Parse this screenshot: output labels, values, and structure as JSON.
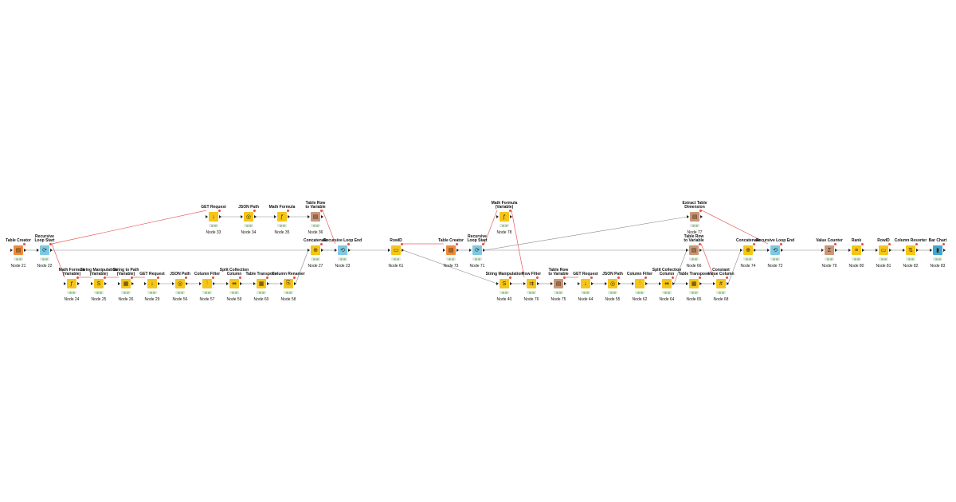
{
  "workflow": {
    "nodes": [
      {
        "id": "n21",
        "name": "Table Creator",
        "label": "Node 21",
        "color": "#f08a3c",
        "icon": "table-creator-icon",
        "glyph": "▤"
      },
      {
        "id": "n22",
        "name": "Recursive\nLoop Start",
        "label": "Node 22",
        "color": "#7ec8e3",
        "icon": "loop-start-icon",
        "glyph": "⟳"
      },
      {
        "id": "n24",
        "name": "Math Formula\n(Variable)",
        "label": "Node 24",
        "color": "#f5c518",
        "icon": "math-var-icon",
        "glyph": "ƒ"
      },
      {
        "id": "n25",
        "name": "String Manipulation\n(Variable)",
        "label": "Node 25",
        "color": "#f5c518",
        "icon": "string-var-icon",
        "glyph": "S"
      },
      {
        "id": "n26",
        "name": "String to Path\n(Variable)",
        "label": "Node 26",
        "color": "#f5c518",
        "icon": "path-var-icon",
        "glyph": "▦"
      },
      {
        "id": "n29",
        "name": "GET Request",
        "label": "Node 29",
        "color": "#f5c518",
        "icon": "get-request-icon",
        "glyph": "↓"
      },
      {
        "id": "n56",
        "name": "JSON Path",
        "label": "Node 56",
        "color": "#f5c518",
        "icon": "json-path-icon",
        "glyph": "◎"
      },
      {
        "id": "n57",
        "name": "Column Filter",
        "label": "Node 57",
        "color": "#f5c518",
        "icon": "column-filter-icon",
        "glyph": "⫶"
      },
      {
        "id": "n59",
        "name": "Split Collection\nColumn",
        "label": "Node 59",
        "color": "#f5c518",
        "icon": "split-collection-icon",
        "glyph": "⇹"
      },
      {
        "id": "n60",
        "name": "Table Transpose",
        "label": "Node 60",
        "color": "#f5c518",
        "icon": "transpose-icon",
        "glyph": "▦"
      },
      {
        "id": "n58",
        "name": "Column Renamer",
        "label": "Node 58",
        "color": "#f5c518",
        "icon": "column-renamer-icon",
        "glyph": "⎘"
      },
      {
        "id": "n33",
        "name": "GET Request",
        "label": "Node 33",
        "color": "#f5c518",
        "icon": "get-request-icon",
        "glyph": "↓"
      },
      {
        "id": "n34",
        "name": "JSON Path",
        "label": "Node 34",
        "color": "#f5c518",
        "icon": "json-path-icon",
        "glyph": "◎"
      },
      {
        "id": "n35",
        "name": "Math Formula",
        "label": "Node 35",
        "color": "#f5c518",
        "icon": "math-formula-icon",
        "glyph": "ƒ"
      },
      {
        "id": "n36",
        "name": "Table Row\nto Variable",
        "label": "Node 36",
        "color": "#c9967a",
        "icon": "row-to-variable-icon",
        "glyph": "▤"
      },
      {
        "id": "n27",
        "name": "Concatenate",
        "label": "Node 27",
        "color": "#f5c518",
        "icon": "concatenate-icon",
        "glyph": "⊕"
      },
      {
        "id": "n23",
        "name": "Recursive Loop End",
        "label": "Node 23",
        "color": "#7ec8e3",
        "icon": "loop-end-icon",
        "glyph": "⟲"
      },
      {
        "id": "n61",
        "name": "RowID",
        "label": "Node 61",
        "color": "#f5c518",
        "icon": "rowid-icon",
        "glyph": "▭"
      },
      {
        "id": "n73",
        "name": "Table Creator",
        "label": "Node 73",
        "color": "#f08a3c",
        "icon": "table-creator-icon",
        "glyph": "▤"
      },
      {
        "id": "n71",
        "name": "Recursive\nLoop Start",
        "label": "Node 71",
        "color": "#7ec8e3",
        "icon": "loop-start-icon",
        "glyph": "⟳"
      },
      {
        "id": "n78",
        "name": "Math Formula\n(Variable)",
        "label": "Node 78",
        "color": "#f5c518",
        "icon": "math-var-icon",
        "glyph": "ƒ"
      },
      {
        "id": "n40",
        "name": "String Manipulation",
        "label": "Node 40",
        "color": "#f5c518",
        "icon": "string-manipulation-icon",
        "glyph": "S"
      },
      {
        "id": "n76",
        "name": "Row Filter",
        "label": "Node 76",
        "color": "#f5c518",
        "icon": "row-filter-icon",
        "glyph": "⇉"
      },
      {
        "id": "n75",
        "name": "Table Row\nto Variable",
        "label": "Node 75",
        "color": "#c9967a",
        "icon": "row-to-variable-icon",
        "glyph": "▤"
      },
      {
        "id": "n44",
        "name": "GET Request",
        "label": "Node 44",
        "color": "#f5c518",
        "icon": "get-request-icon",
        "glyph": "↓"
      },
      {
        "id": "n55",
        "name": "JSON Path",
        "label": "Node 55",
        "color": "#f5c518",
        "icon": "json-path-icon",
        "glyph": "◎"
      },
      {
        "id": "n62",
        "name": "Column Filter",
        "label": "Node 62",
        "color": "#f5c518",
        "icon": "column-filter-icon",
        "glyph": "⫶"
      },
      {
        "id": "n64",
        "name": "Split Collection\nColumn",
        "label": "Node 64",
        "color": "#f5c518",
        "icon": "split-collection-icon",
        "glyph": "⇹"
      },
      {
        "id": "n65",
        "name": "Table Transpose",
        "label": "Node 65",
        "color": "#f5c518",
        "icon": "transpose-icon",
        "glyph": "▦"
      },
      {
        "id": "n77",
        "name": "Extract Table\nDimension",
        "label": "Node 77",
        "color": "#c9967a",
        "icon": "extract-dimension-icon",
        "glyph": "▤"
      },
      {
        "id": "n66",
        "name": "Table Row\nto Variable",
        "label": "Node 66",
        "color": "#c9967a",
        "icon": "row-to-variable-icon",
        "glyph": "▤"
      },
      {
        "id": "n68",
        "name": "Constant\nValue Column",
        "label": "Node 68",
        "color": "#f5c518",
        "icon": "constant-value-icon",
        "glyph": "#"
      },
      {
        "id": "n74",
        "name": "Concatenate",
        "label": "Node 74",
        "color": "#f5c518",
        "icon": "concatenate-icon",
        "glyph": "⊕"
      },
      {
        "id": "n72",
        "name": "Recursive Loop End",
        "label": "Node 72",
        "color": "#7ec8e3",
        "icon": "loop-end-icon",
        "glyph": "⟲"
      },
      {
        "id": "n79",
        "name": "Value Counter",
        "label": "Node 79",
        "color": "#c9967a",
        "icon": "value-counter-icon",
        "glyph": "Σ"
      },
      {
        "id": "n80",
        "name": "Rank",
        "label": "Node 80",
        "color": "#f5c518",
        "icon": "rank-icon",
        "glyph": "≡"
      },
      {
        "id": "n81",
        "name": "RowID",
        "label": "Node 81",
        "color": "#f5c518",
        "icon": "rowid-icon",
        "glyph": "▭"
      },
      {
        "id": "n82",
        "name": "Column Resorter",
        "label": "Node 82",
        "color": "#f5c518",
        "icon": "column-resorter-icon",
        "glyph": "⇅"
      },
      {
        "id": "n83",
        "name": "Bar Chart",
        "label": "Node 83",
        "color": "#3fa7d6",
        "icon": "bar-chart-icon",
        "glyph": "▮"
      }
    ],
    "connections": [
      [
        "n21",
        "n22",
        "data"
      ],
      [
        "n22",
        "n33",
        "var"
      ],
      [
        "n22",
        "n24",
        "var"
      ],
      [
        "n22",
        "n27",
        "data"
      ],
      [
        "n24",
        "n25",
        "var"
      ],
      [
        "n25",
        "n26",
        "var"
      ],
      [
        "n26",
        "n29",
        "var"
      ],
      [
        "n29",
        "n56",
        "data"
      ],
      [
        "n56",
        "n57",
        "data"
      ],
      [
        "n57",
        "n59",
        "data"
      ],
      [
        "n59",
        "n60",
        "data"
      ],
      [
        "n60",
        "n58",
        "data"
      ],
      [
        "n58",
        "n27",
        "data"
      ],
      [
        "n33",
        "n34",
        "data"
      ],
      [
        "n34",
        "n35",
        "data"
      ],
      [
        "n35",
        "n36",
        "data"
      ],
      [
        "n36",
        "n23",
        "var"
      ],
      [
        "n27",
        "n23",
        "data"
      ],
      [
        "n23",
        "n61",
        "data"
      ],
      [
        "n61",
        "n73",
        "var"
      ],
      [
        "n61",
        "n40",
        "data"
      ],
      [
        "n73",
        "n71",
        "data"
      ],
      [
        "n71",
        "n78",
        "var"
      ],
      [
        "n71",
        "n77",
        "data"
      ],
      [
        "n71",
        "n72",
        "data"
      ],
      [
        "n40",
        "n76",
        "data"
      ],
      [
        "n78",
        "n76",
        "var"
      ],
      [
        "n76",
        "n75",
        "data"
      ],
      [
        "n75",
        "n44",
        "var"
      ],
      [
        "n44",
        "n55",
        "data"
      ],
      [
        "n55",
        "n62",
        "data"
      ],
      [
        "n62",
        "n64",
        "data"
      ],
      [
        "n64",
        "n65",
        "data"
      ],
      [
        "n65",
        "n68",
        "data"
      ],
      [
        "n64",
        "n66",
        "data"
      ],
      [
        "n66",
        "n68",
        "var"
      ],
      [
        "n68",
        "n74",
        "data"
      ],
      [
        "n77",
        "n72",
        "var"
      ],
      [
        "n74",
        "n72",
        "data"
      ],
      [
        "n72",
        "n79",
        "data"
      ],
      [
        "n79",
        "n80",
        "data"
      ],
      [
        "n80",
        "n81",
        "data"
      ],
      [
        "n81",
        "n82",
        "data"
      ],
      [
        "n82",
        "n83",
        "data"
      ]
    ]
  }
}
